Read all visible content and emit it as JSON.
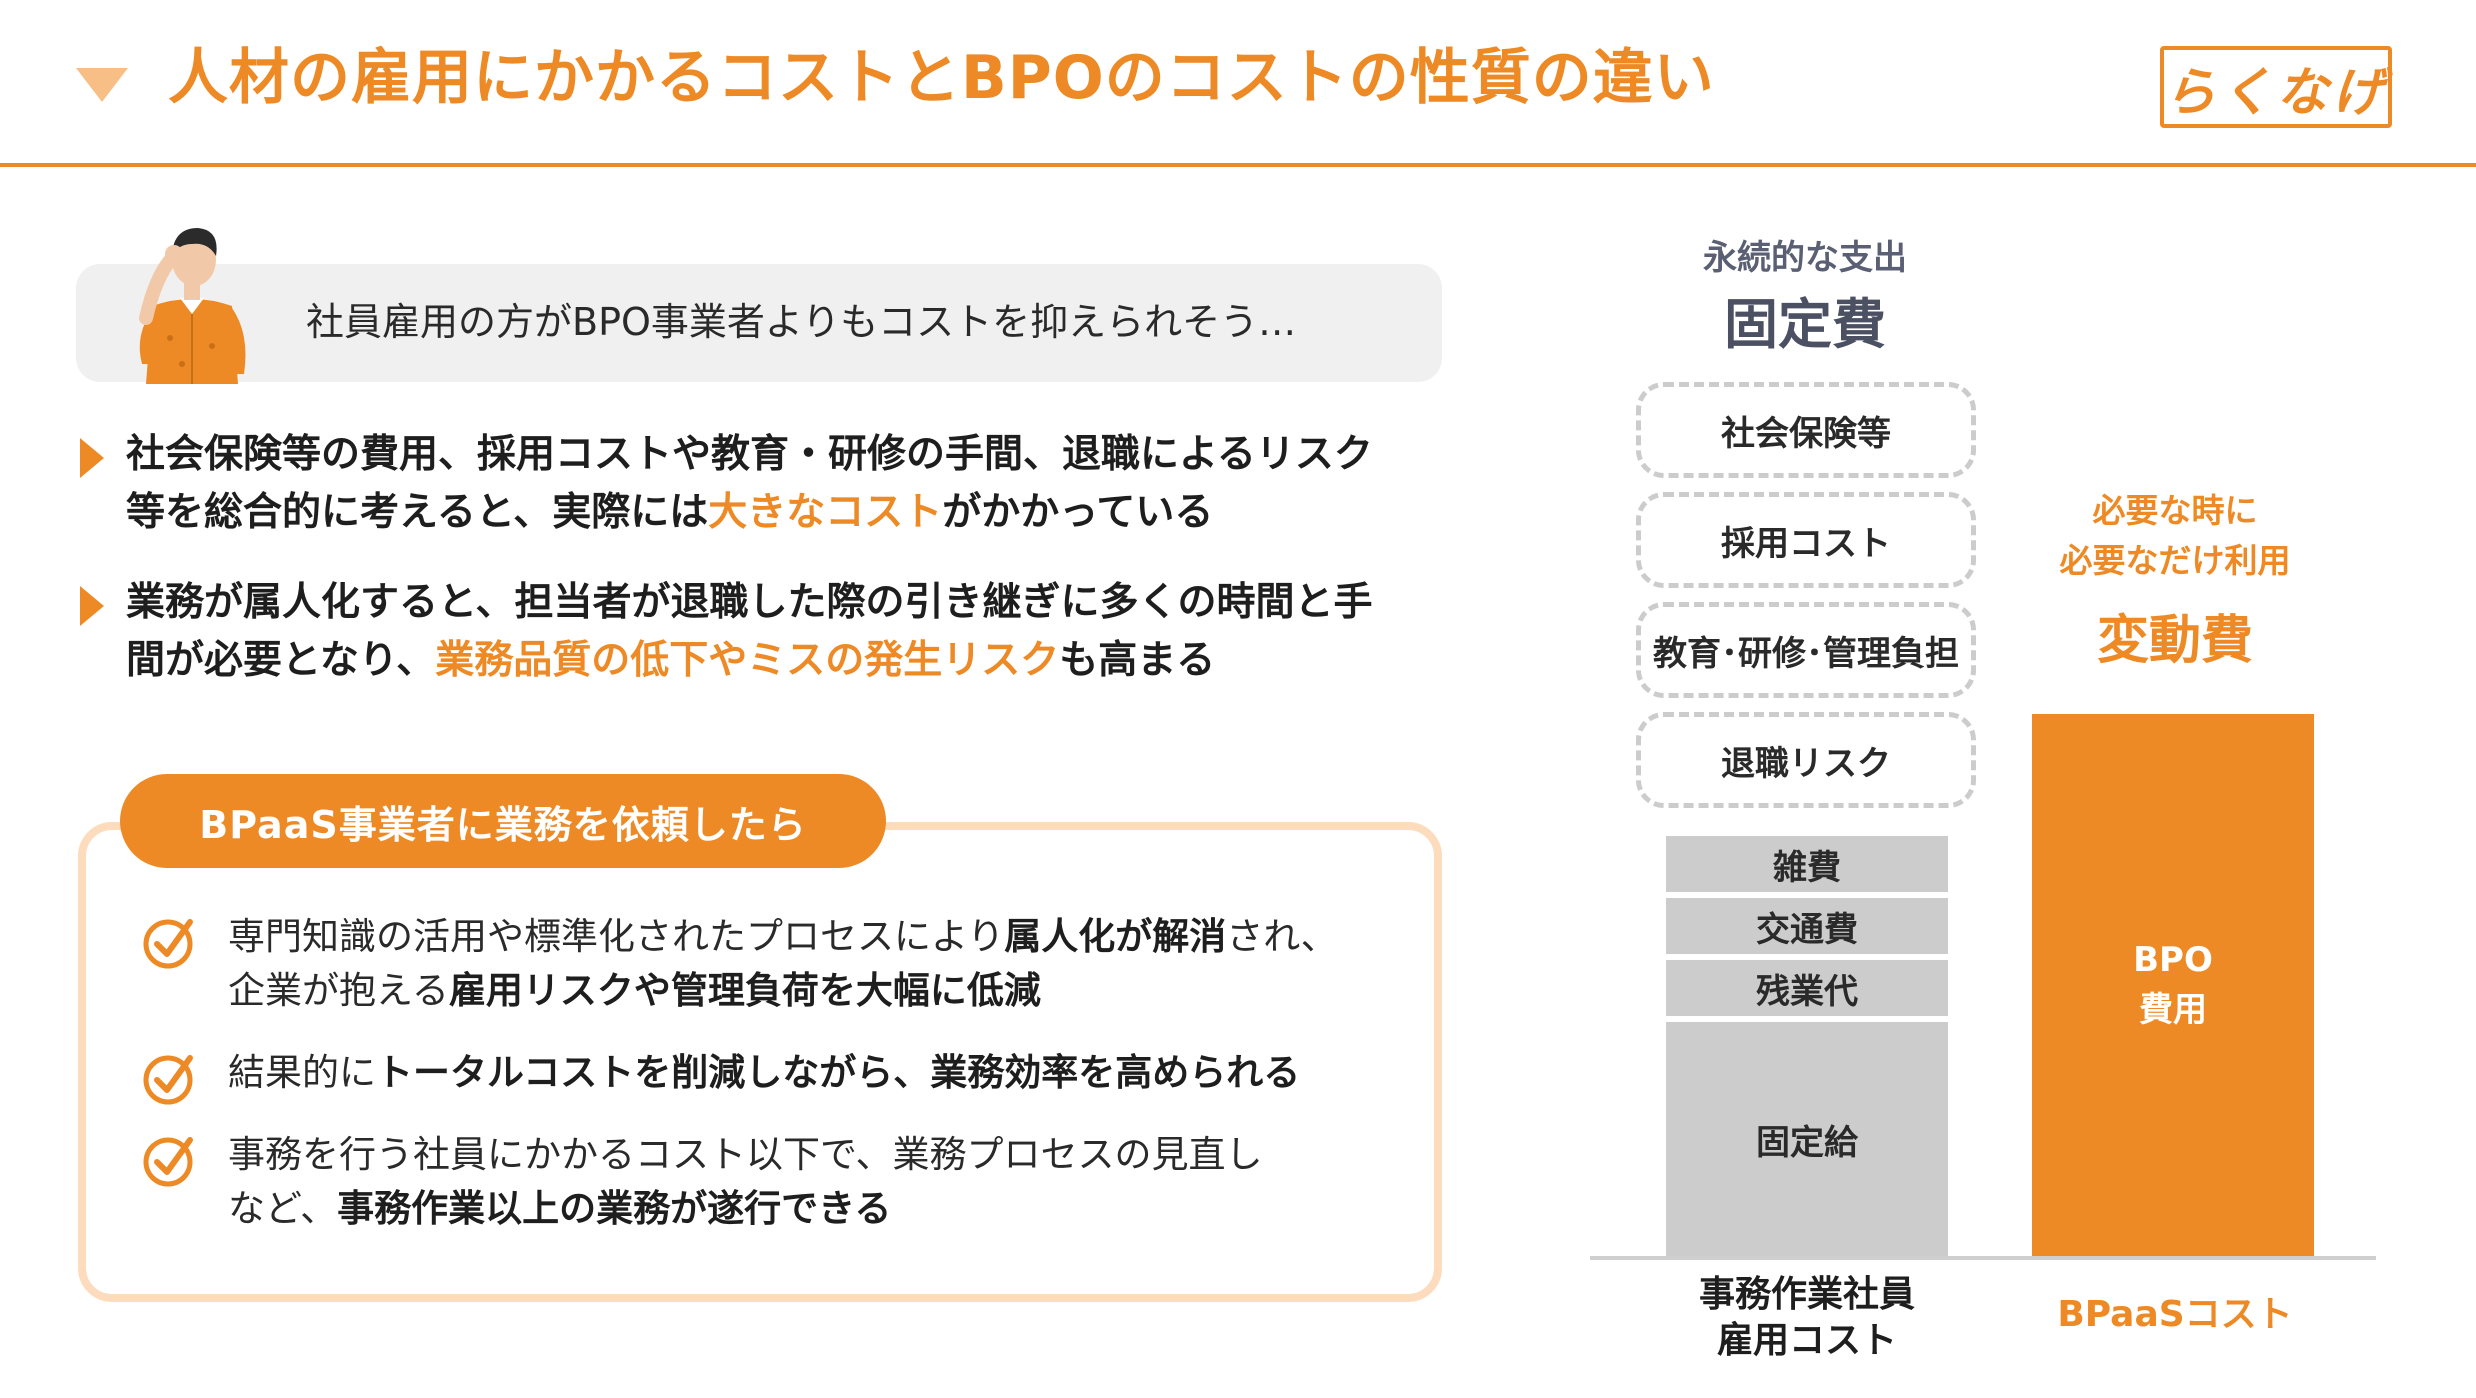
{
  "header": {
    "title": "人材の雇用にかかるコストとBPOのコストの性質の違い",
    "logo_text": "らくなげ"
  },
  "speech": {
    "text": "社員雇用の方がBPO事業者よりもコストを抑えられそう…"
  },
  "bullets": [
    {
      "line1": "社会保険等の費用、採用コストや教育・研修の手間、退職によるリスク",
      "line2_pre": "等を総合的に考えると、実際には",
      "line2_hl": "大きなコスト",
      "line2_post": "がかかっている"
    },
    {
      "line1": "業務が属人化すると、担当者が退職した際の引き継ぎに多くの時間と手",
      "line2_pre": "間が必要となり、",
      "line2_hl": "業務品質の低下やミスの発生リスク",
      "line2_post": "も高まる"
    }
  ],
  "bpaas": {
    "tag": "BPaaS事業者に業務を依頼したら",
    "items": [
      {
        "l1_a": "専門知識の活用や標準化されたプロセスにより",
        "l1_b": "属人化が解消",
        "l1_c": "され、",
        "l2_a": "企業が抱える",
        "l2_b": "雇用リスクや管理負荷を大幅に低減"
      },
      {
        "l1_a": "結果的に",
        "l1_b": "トータルコストを削減しながら、業務効率を高められる"
      },
      {
        "l1_a": "事務を行う社員にかかるコスト以下で、業務プロセスの見直し",
        "l2_a": "など、",
        "l2_b": "事務作業以上の業務が遂行できる"
      }
    ]
  },
  "chart_data": {
    "type": "bar",
    "fixed": {
      "subtitle": "永続的な支出",
      "title": "固定費",
      "hidden_costs": [
        "社会保険等",
        "採用コスト",
        "教育･研修･管理負担",
        "退職リスク"
      ],
      "segments": [
        "雑費",
        "交通費",
        "残業代",
        "固定給"
      ],
      "xlabel_line1": "事務作業社員",
      "xlabel_line2": "雇用コスト"
    },
    "variable": {
      "subtitle_line1": "必要な時に",
      "subtitle_line2": "必要なだけ利用",
      "title": "変動費",
      "bar_line1": "BPO",
      "bar_line2": "費用",
      "xlabel": "BPaaSコスト"
    },
    "colors": {
      "accent": "#ee8a25",
      "gray_bar": "#cccccc",
      "dashed_border": "#cccccc",
      "fixed_title": "#4b5063"
    }
  }
}
